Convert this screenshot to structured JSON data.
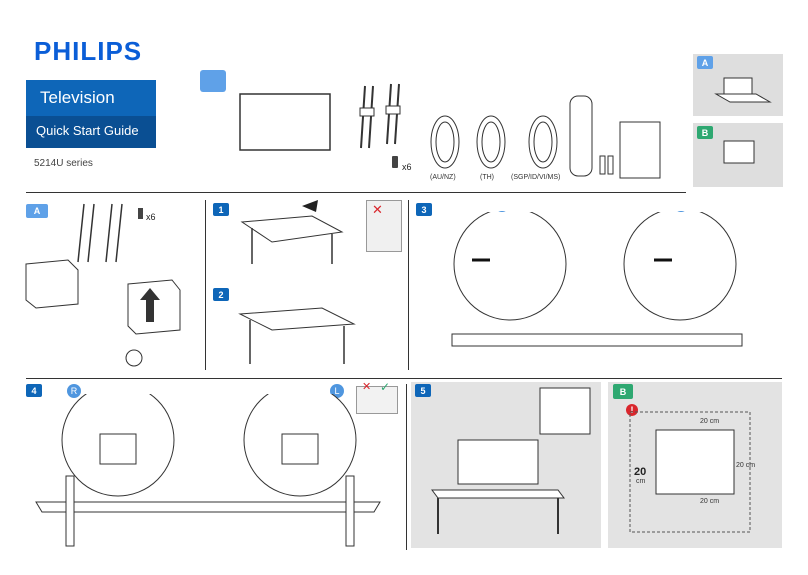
{
  "brand": "PHILIPS",
  "product": "Television",
  "guide": "Quick Start Guide",
  "series": "5214U series",
  "accessories": {
    "screws": "x6",
    "cables": [
      "(AU/NZ)",
      "(TH)",
      "(SGP/ID/VI/MS)"
    ]
  },
  "side_panels": [
    "A",
    "B"
  ],
  "section_A": {
    "label": "A",
    "screws": "x6"
  },
  "steps": {
    "s1": "1",
    "s2": "2",
    "s3": "3",
    "s4": "4",
    "s5": "5"
  },
  "markers": {
    "right": "R",
    "left": "L"
  },
  "section_B": {
    "label": "B",
    "distances": {
      "top": "20 cm",
      "left": "20 cm",
      "right": "20 cm",
      "bottom": "20 cm"
    },
    "num": "20",
    "unit": "cm"
  },
  "colors": {
    "blue": "#0e66b8",
    "light_blue": "#5fa1e8",
    "green": "#2ea871",
    "red": "#d9262c"
  }
}
